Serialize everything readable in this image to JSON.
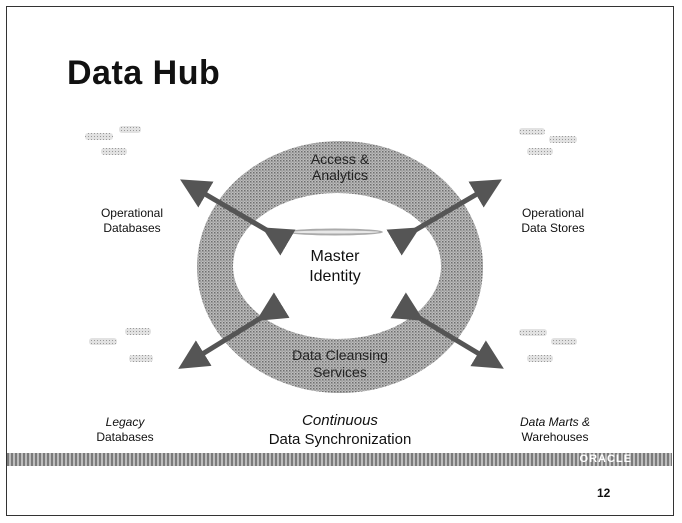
{
  "slide": {
    "title": "Data Hub",
    "page_number": "12",
    "footer_logo": "ORACLE"
  },
  "center": {
    "inner_label_line1": "Master",
    "inner_label_line2": "Identity",
    "ring_top_line1": "Access &",
    "ring_top_line2": "Analytics",
    "ring_bottom_line1": "Data Cleansing",
    "ring_bottom_line2": "Services",
    "caption_line1": "Continuous",
    "caption_line2": "Data Synchronization"
  },
  "nodes": [
    {
      "line1": "Operational",
      "line2": "Databases",
      "icon": "database-cluster-icon"
    },
    {
      "line1": "Operational",
      "line2": "Data Stores",
      "icon": "data-store-cluster-icon"
    },
    {
      "line1": "Legacy",
      "line2": "Databases",
      "icon": "legacy-database-cluster-icon"
    },
    {
      "line1": "Data Marts &",
      "line2": "Warehouses",
      "icon": "data-warehouse-cluster-icon"
    }
  ],
  "colors": {
    "ring": "#9a9a9a",
    "arrow": "#555555",
    "footer_bar": "#8a8a8a"
  }
}
